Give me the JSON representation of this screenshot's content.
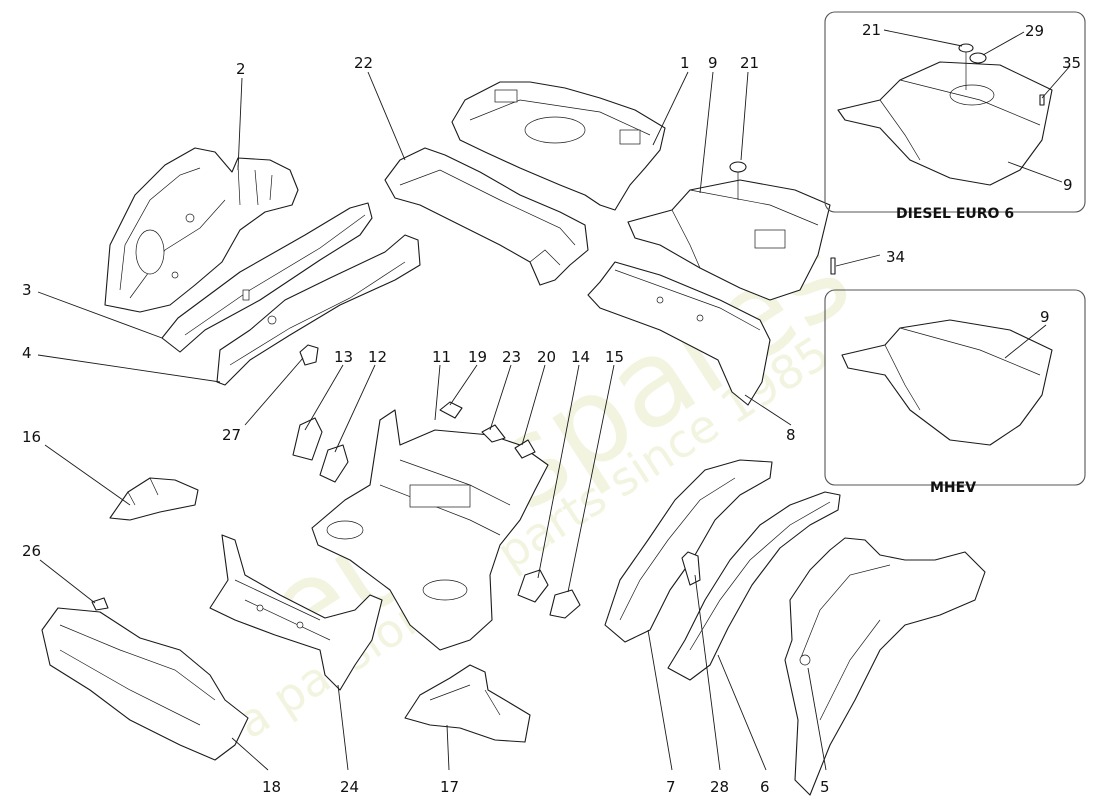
{
  "watermark": {
    "brand": "eurospares",
    "tagline": "a passion for parts since 1985"
  },
  "insets": [
    {
      "title": "DIESEL  EURO 6"
    },
    {
      "title": "MHEV"
    }
  ],
  "callouts": [
    "1",
    "2",
    "3",
    "4",
    "5",
    "6",
    "7",
    "8",
    "9",
    "9",
    "9",
    "11",
    "12",
    "13",
    "14",
    "15",
    "16",
    "17",
    "18",
    "19",
    "20",
    "21",
    "21",
    "22",
    "23",
    "24",
    "26",
    "27",
    "28",
    "29",
    "34",
    "35"
  ]
}
